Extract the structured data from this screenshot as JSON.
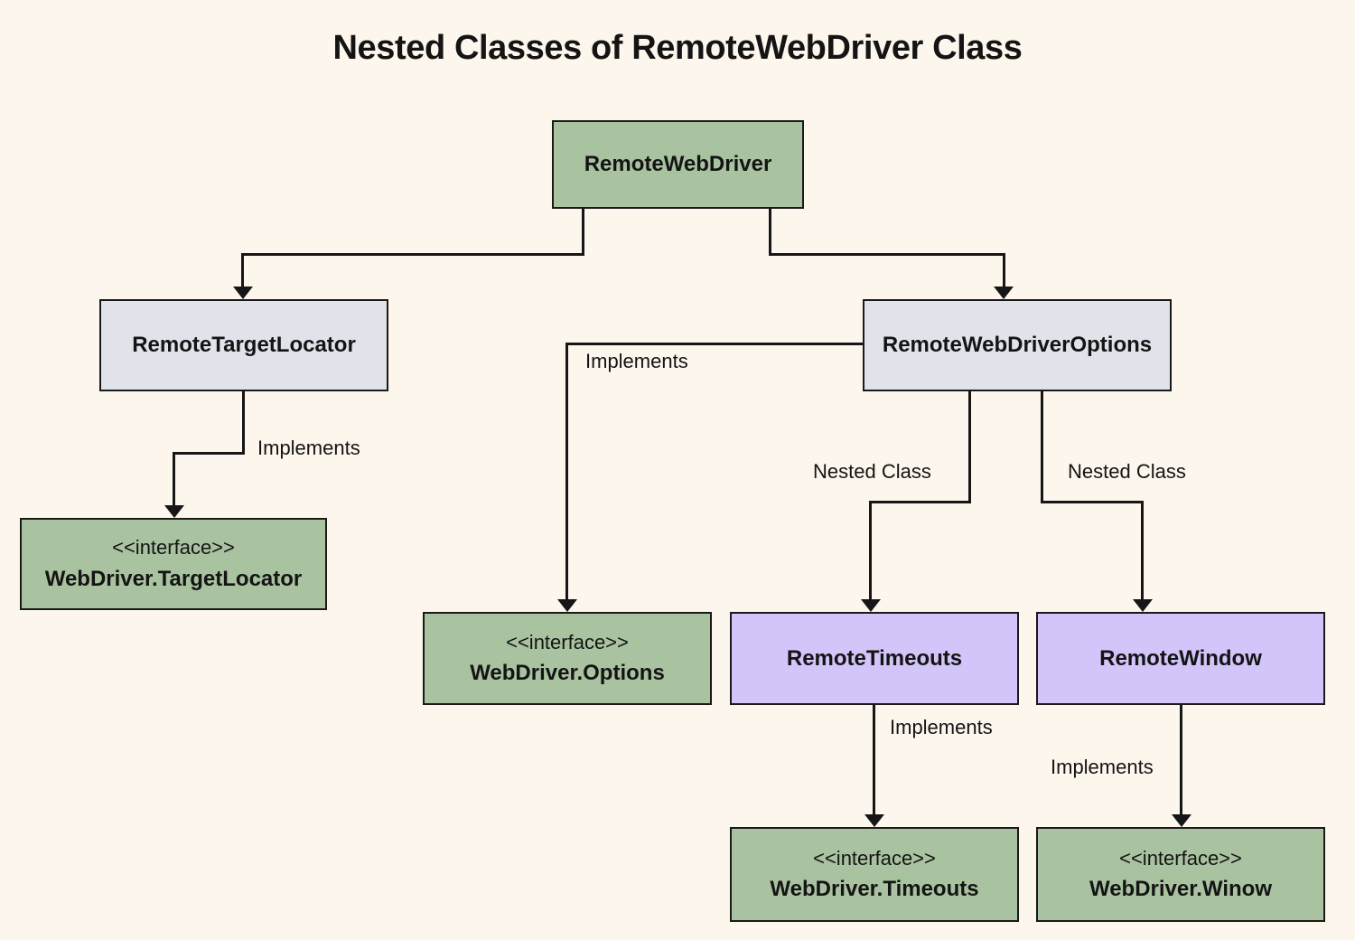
{
  "title": "Nested Classes of RemoteWebDriver Class",
  "colors": {
    "background": "#fdf6ec",
    "class_fill": "#a9c3a0",
    "abstract_fill": "#e0e4ea",
    "nested_fill": "#d3c5f9",
    "line": "#161616"
  },
  "nodes": {
    "remote_webdriver": {
      "label": "RemoteWebDriver"
    },
    "remote_target_locator": {
      "label": "RemoteTargetLocator"
    },
    "remote_webdriver_options": {
      "label": "RemoteWebDriverOptions"
    },
    "iface_target_locator": {
      "stereotype": "<<interface>>",
      "label": "WebDriver.TargetLocator"
    },
    "iface_options": {
      "stereotype": "<<interface>>",
      "label": "WebDriver.Options"
    },
    "remote_timeouts": {
      "label": "RemoteTimeouts"
    },
    "remote_window": {
      "label": "RemoteWindow"
    },
    "iface_timeouts": {
      "stereotype": "<<interface>>",
      "label": "WebDriver.Timeouts"
    },
    "iface_winow": {
      "stereotype": "<<interface>>",
      "label": "WebDriver.Winow"
    }
  },
  "edges": {
    "target_locator_implements": {
      "label": "Implements"
    },
    "options_implements": {
      "label": "Implements"
    },
    "timeouts_nested": {
      "label": "Nested Class"
    },
    "window_nested": {
      "label": "Nested Class"
    },
    "timeouts_implements": {
      "label": "Implements"
    },
    "window_implements": {
      "label": "Implements"
    }
  }
}
